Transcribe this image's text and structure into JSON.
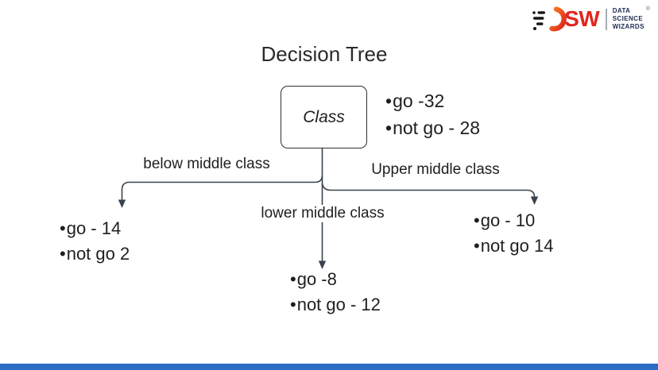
{
  "title": "Decision Tree",
  "bullet": "•",
  "colors": {
    "background": "#ffffff",
    "text": "#1f1f1f",
    "line": "#39434e",
    "box_border": "#2f2f2f",
    "footer_bar": "#2d6cc3",
    "logo_red": "#e1261d",
    "logo_orange": "#f58220",
    "logo_black": "#141414",
    "logo_navy": "#1c2c4e",
    "logo_divider": "#a7adb5"
  },
  "logo": {
    "brand_suffix": "SW",
    "tagline": [
      "DATA",
      "SCIENCE",
      "WIZARDS"
    ],
    "registered": "®"
  },
  "tree": {
    "root": {
      "label": "Class",
      "stats": [
        "go -32",
        "not go - 28"
      ]
    },
    "branches": [
      {
        "label": "below middle class",
        "leaf": [
          "go - 14",
          "not go 2"
        ]
      },
      {
        "label": "lower middle class",
        "leaf": [
          "go -8",
          "not go - 12"
        ]
      },
      {
        "label": "Upper middle class",
        "leaf": [
          "go - 10",
          "not go 14"
        ]
      }
    ]
  }
}
